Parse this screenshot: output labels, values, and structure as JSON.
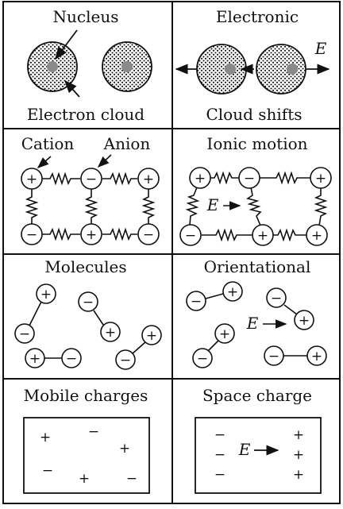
{
  "panels": {
    "electronic_left": {
      "title": "Nucleus",
      "caption": "Electron cloud"
    },
    "electronic_right": {
      "title": "Electronic",
      "caption": "Cloud shifts",
      "field_label": "E"
    },
    "ionic_left": {
      "cation_label": "Cation",
      "anion_label": "Anion"
    },
    "ionic_right": {
      "title": "Ionic motion",
      "field_label": "E"
    },
    "molecules_left": {
      "title": "Molecules"
    },
    "orientational_right": {
      "title": "Orientational",
      "field_label": "E"
    },
    "mobile_left": {
      "title": "Mobile charges"
    },
    "space_right": {
      "title": "Space charge",
      "field_label": "E"
    }
  },
  "symbols": {
    "plus": "+",
    "minus": "−"
  },
  "colors": {
    "line": "#111111",
    "nucleus": "#8a8a8a",
    "background": "#ffffff"
  }
}
